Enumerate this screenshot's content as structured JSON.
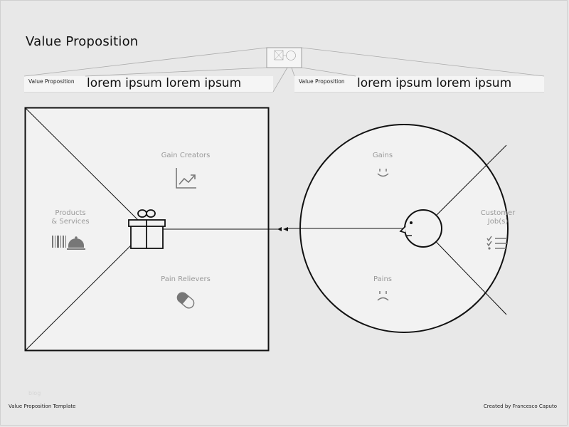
{
  "title": "Value Proposition",
  "banners": {
    "left": {
      "small_label": "Value Proposition",
      "big_text": "lorem ipsum lorem ipsum"
    },
    "right": {
      "small_label": "Value Proposition",
      "big_text": "lorem ipsum lorem ipsum"
    }
  },
  "value_map": {
    "gain_creators": "Gain Creators",
    "products_services_line1": "Products",
    "products_services_line2": "& Services",
    "pain_relievers": "Pain Relievers"
  },
  "customer_profile": {
    "gains": "Gains",
    "customer_jobs_line1": "Customer",
    "customer_jobs_line2": "Job(s)",
    "pains": "Pains"
  },
  "icons": {
    "center_left": "gift-icon",
    "center_right": "customer-face-icon",
    "gain_creators": "trend-chart-icon",
    "products_services": "barcode-cloche-icon",
    "pain_relievers": "pill-icon",
    "gains": "smile-icon",
    "customer_jobs": "checklist-icon",
    "pains": "frown-icon"
  },
  "footer": {
    "left": "Value Proposition Template",
    "right": "Created by Francesco Caputo",
    "faint": "blog"
  },
  "colors": {
    "background": "#e8e8e8",
    "panel": "#f2f2f2",
    "stroke": "#111111",
    "label": "#9a9a9a"
  }
}
